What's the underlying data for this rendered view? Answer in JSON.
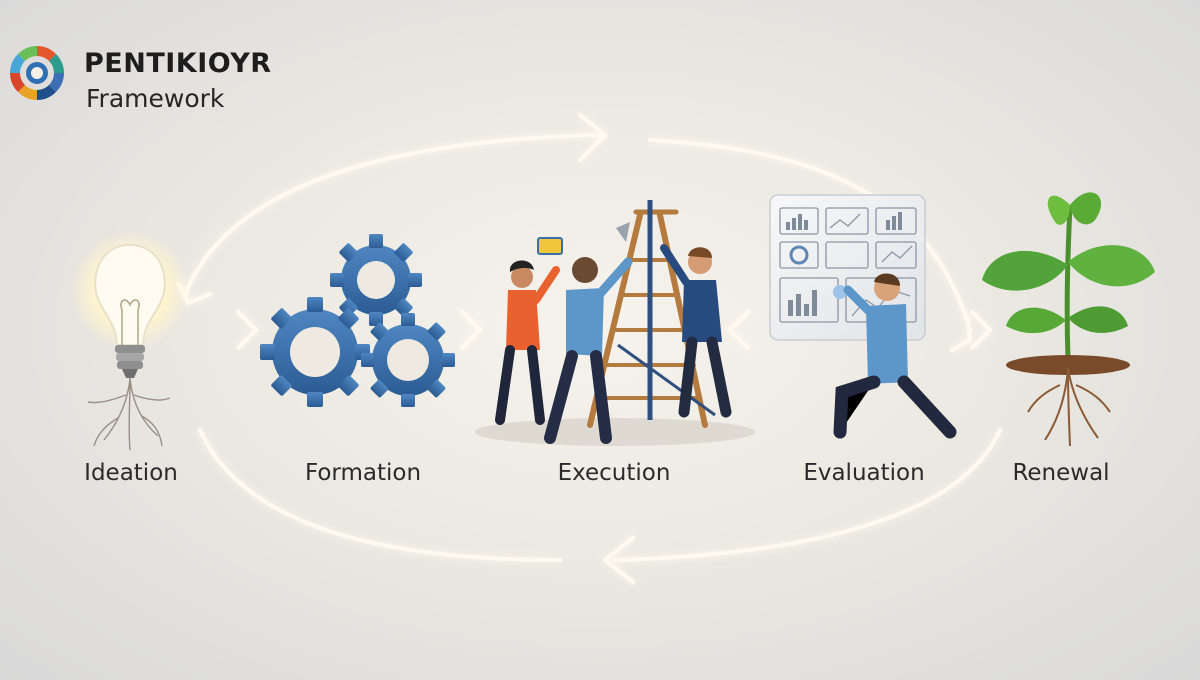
{
  "brand": {
    "name": "PENTIKIOYR",
    "subtitle": "Framework",
    "logo_icon": "segmented-ring-logo"
  },
  "stages": [
    {
      "label": "Ideation",
      "icon": "lightbulb-icon"
    },
    {
      "label": "Formation",
      "icon": "gears-icon"
    },
    {
      "label": "Execution",
      "icon": "team-building-ladder-icon"
    },
    {
      "label": "Evaluation",
      "icon": "analytics-dashboard-icon"
    },
    {
      "label": "Renewal",
      "icon": "sprout-icon"
    }
  ],
  "colors": {
    "gear_blue": "#3c72ad",
    "leaf_green": "#52a33a",
    "cycle_glow": "#fff6d8",
    "jacket_orange": "#e8612e",
    "shirt_blue": "#5d97c9",
    "jacket_navy": "#274a7f"
  }
}
